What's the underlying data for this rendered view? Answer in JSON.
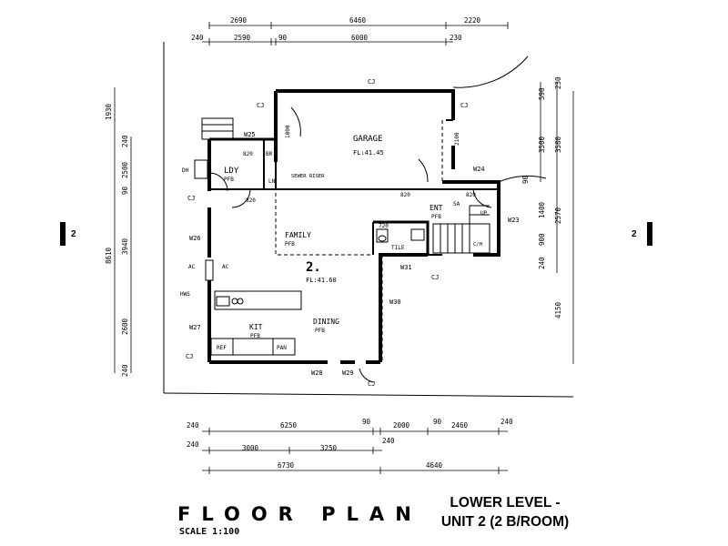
{
  "plan": {
    "title": "FLOOR PLAN",
    "scale": "SCALE 1:100",
    "level": "LOWER LEVEL -",
    "unit": "UNIT 2 (2 B/ROOM)",
    "unit_number": "2.",
    "unit_floor_level": "FL:41.60",
    "section_marker": "2"
  },
  "rooms": {
    "garage": "GARAGE",
    "garage_level": "FL:41.45",
    "laundry": "LDY",
    "laundry_finish": "PFB",
    "linen": "LN",
    "broom": "BR",
    "sewer_riser": "SEWER RISER",
    "family": "FAMILY",
    "family_finish": "PFB",
    "entry": "ENT",
    "entry_finish": "PFB",
    "toilet": "TILE",
    "kitchen": "KIT",
    "kitchen_finish": "PFB",
    "dining": "DINING",
    "dining_finish": "PFB",
    "fridge": "REF",
    "pantry": "PAN",
    "dryer": "DH",
    "hws": "HWS",
    "ac": "AC",
    "smoke_alarm": "SA",
    "stair_up": "UP",
    "crawl": "C/H"
  },
  "windows": [
    "W25",
    "W24",
    "W23",
    "W26",
    "W27",
    "W28",
    "W29",
    "W30",
    "W31"
  ],
  "doors": [
    "820",
    "820",
    "820",
    "820",
    "720",
    "2100",
    "1000"
  ],
  "joints": [
    "CJ",
    "CJ",
    "CJ",
    "CJ",
    "CJ",
    "CJ",
    "CJ"
  ],
  "dimensions": {
    "top_row1": [
      "2690",
      "6460",
      "2220"
    ],
    "top_row2": [
      "240",
      "2590",
      "90",
      "6000",
      "230"
    ],
    "right_outer": [
      "590",
      "3500"
    ],
    "right_inner": [
      "230",
      "3580",
      "2570",
      "4150"
    ],
    "right_small": [
      "90",
      "1400",
      "900",
      "240"
    ],
    "left_outer": [
      "1930",
      "8610"
    ],
    "left_inner": [
      "240",
      "2500",
      "90",
      "3940",
      "2600",
      "240"
    ],
    "bottom_row1": [
      "240",
      "6250",
      "90",
      "2000",
      "90",
      "2460",
      "240"
    ],
    "bottom_row2": [
      "240",
      "3000",
      "3250",
      "240"
    ],
    "bottom_row3": [
      "6730",
      "4640"
    ]
  }
}
